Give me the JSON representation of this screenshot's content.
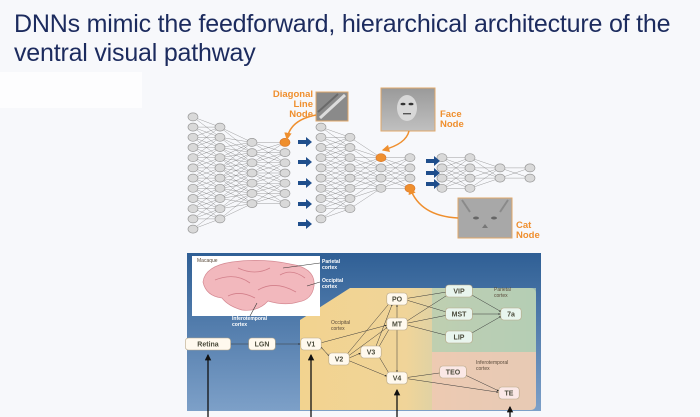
{
  "slide": {
    "title": "DNNs mimic the feedforward, hierarchical architecture of the ventral visual pathway"
  },
  "dnn_figure": {
    "accent_color": "#ef8f2e",
    "arrow_color": "#1f4e8c",
    "node_labels": {
      "diagonal": [
        "Diagonal",
        "Line",
        "Node"
      ],
      "face": [
        "Face",
        "Node"
      ],
      "cat": [
        "Cat",
        "Node"
      ]
    },
    "networks": [
      {
        "layers": [
          12,
          10,
          7,
          7
        ]
      },
      {
        "layers": [
          10,
          8,
          4,
          4
        ]
      },
      {
        "layers": [
          4,
          4,
          2,
          2
        ]
      }
    ]
  },
  "brain_figure": {
    "species_label": "Macaque",
    "brain_labels": {
      "parietal": [
        "Parietal",
        "cortex"
      ],
      "occipital": [
        "Occipital",
        "cortex"
      ],
      "inferotemporal": [
        "Inferotemporal",
        "cortex"
      ]
    },
    "region_labels": {
      "occipital": [
        "Occipital",
        "cortex"
      ],
      "parietal": [
        "Parietal",
        "cortex"
      ],
      "inferotemporal": [
        "Inferotemporal",
        "cortex"
      ]
    },
    "areas": {
      "retina": "Retina",
      "lgn": "LGN",
      "v1": "V1",
      "v2": "V2",
      "v3": "V3",
      "v4": "V4",
      "po": "PO",
      "mt": "MT",
      "vip": "VIP",
      "mst": "MST",
      "lip": "LIP",
      "a7": "7a",
      "teo": "TEO",
      "te": "TE"
    }
  }
}
